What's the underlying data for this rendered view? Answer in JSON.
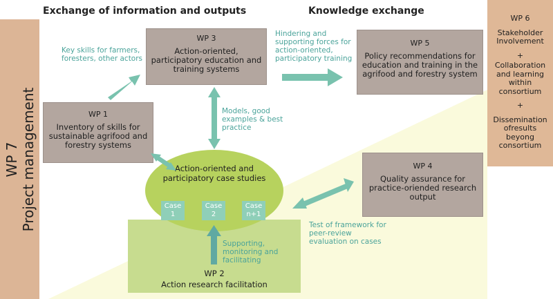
{
  "headings": {
    "left": "Exchange of information and outputs",
    "right": "Knowledge exchange"
  },
  "wp7": {
    "line1": "WP 7",
    "line2": "Project management"
  },
  "wp1": {
    "title": "WP 1",
    "desc": "Inventory of skills for sustainable agrifood and forestry systems"
  },
  "wp3": {
    "title": "WP 3",
    "desc": "Action-oriented, participatory education and training systems"
  },
  "wp5": {
    "title": "WP 5",
    "desc": "Policy recommendations for education and training in the agrifood and forestry system"
  },
  "wp4": {
    "title": "WP 4",
    "desc": "Quality assurance for practice-oriended research output"
  },
  "wp2": {
    "title": "WP 2",
    "desc": "Action research facilitation"
  },
  "wp6": {
    "title": "WP 6",
    "item1": "Stakeholder Involvement",
    "sep1": "+",
    "item2": "Collaboration and learning within consortium",
    "sep2": "+",
    "item3": "Dissemination ofresults beyong consortium"
  },
  "case_studies": {
    "title": "Action-oriented and participatory case studies",
    "cases": [
      {
        "line1": "Case",
        "line2": "1"
      },
      {
        "line1": "Case",
        "line2": "2"
      },
      {
        "line1": "Case",
        "line2": "n+1"
      }
    ]
  },
  "annotations": {
    "key_skills": "Key skills for farmers, foresters, other actors",
    "hindering": "Hindering and supporting forces for action-oriented, participatory training",
    "models": "Models, good examples & best practice",
    "test": "Test of  framework for peer-review evaluation on cases",
    "supporting": "Supporting, monitoring and facilitating"
  },
  "colors": {
    "wp_box": "#b3a69f",
    "wp6_bg": "#dfb897",
    "wp7_bg": "#dcb596",
    "wp2_bg": "#c7dc8f",
    "ellipse": "#b7d25e",
    "case_box": "#8fcfb8",
    "arrow": "#79c2ae",
    "annotation_text": "#4aa39a",
    "background_wedge": "#fafadc"
  }
}
